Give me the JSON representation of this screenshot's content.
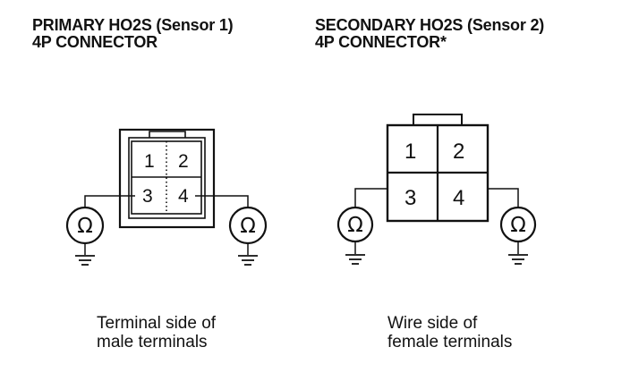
{
  "primary": {
    "title_line1": "PRIMARY HO2S (Sensor 1)",
    "title_line2": "4P CONNECTOR",
    "pins": [
      "1",
      "2",
      "3",
      "4"
    ],
    "meter_symbol": "Ω",
    "caption_line1": "Terminal side of",
    "caption_line2": "male terminals"
  },
  "secondary": {
    "title_line1": "SECONDARY HO2S (Sensor 2)",
    "title_line2": "4P CONNECTOR*",
    "pins": [
      "1",
      "2",
      "3",
      "4"
    ],
    "meter_symbol": "Ω",
    "caption_line1": "Wire side of",
    "caption_line2": "female terminals"
  }
}
